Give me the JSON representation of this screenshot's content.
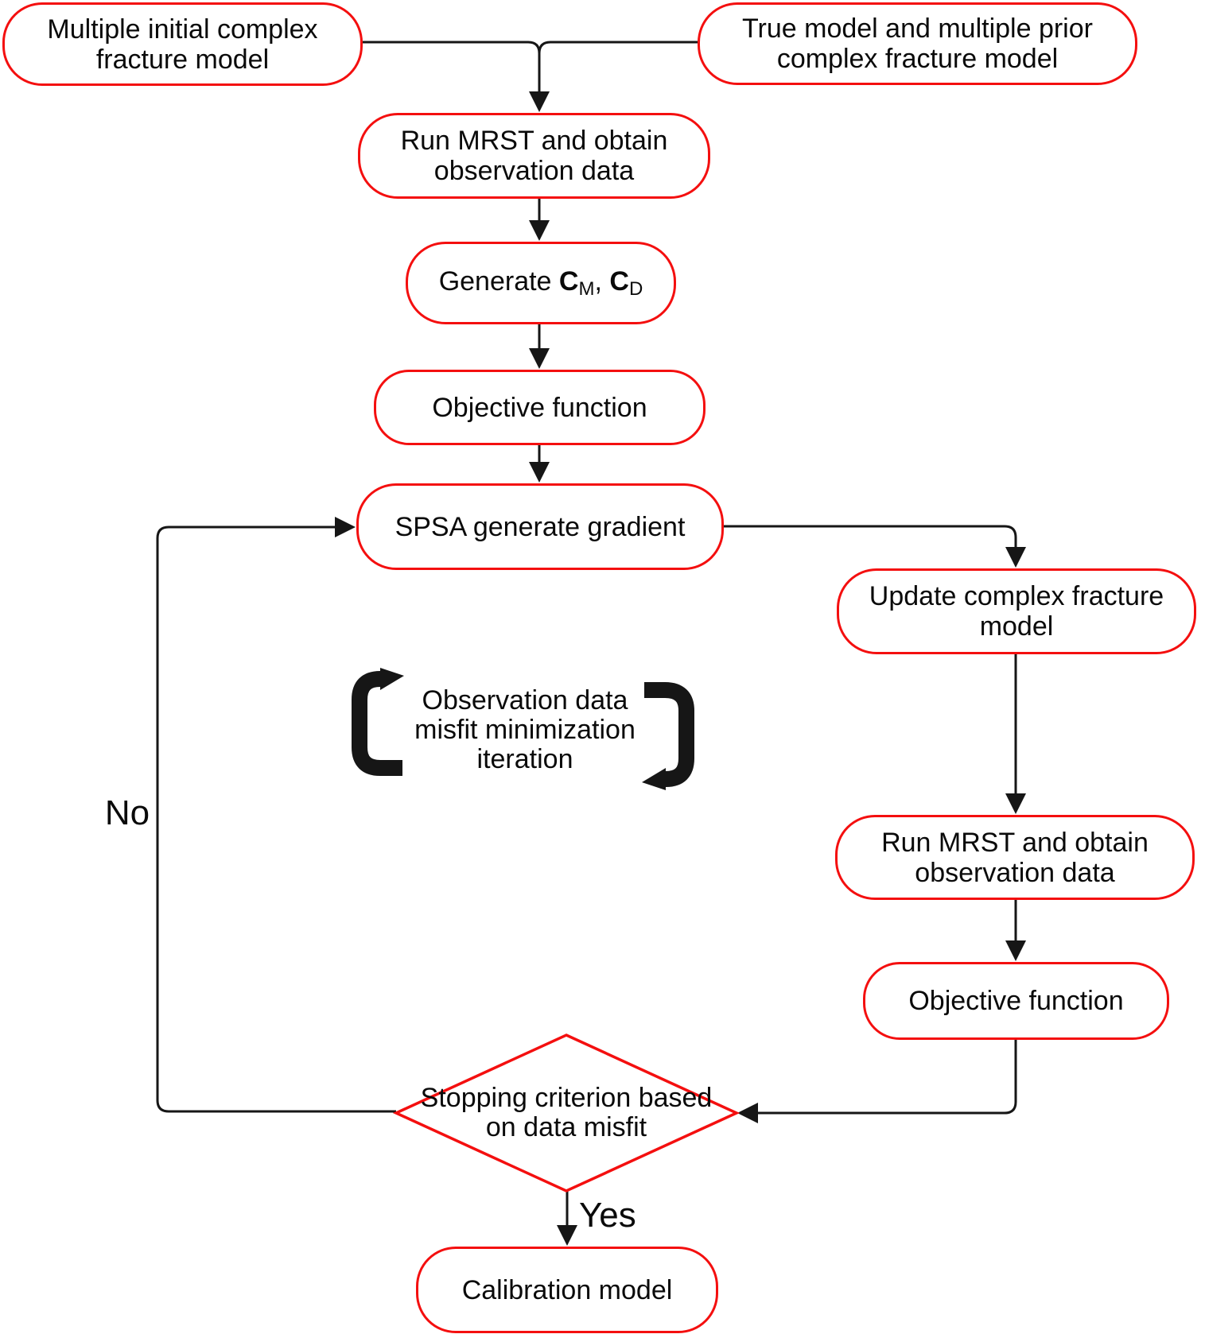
{
  "figure": {
    "accent_red": "#f40f0f",
    "line_black": "#161616",
    "background": "#ffffff"
  },
  "nodes": {
    "initial_model": {
      "label": "Multiple initial complex fracture model"
    },
    "true_model": {
      "label": "True model and multiple prior complex fracture model"
    },
    "run_mrst_top": {
      "label": "Run MRST and obtain observation data"
    },
    "generate_cov": {
      "prefix": "Generate ",
      "c1": "C",
      "sub1": "M",
      "separator": ", ",
      "c2": "C",
      "sub2": "D"
    },
    "objective_top": {
      "label": "Objective function"
    },
    "spsa": {
      "label": "SPSA generate gradient"
    },
    "update_model": {
      "label": "Update complex fracture model"
    },
    "run_mrst_right": {
      "label": "Run MRST and obtain observation data"
    },
    "objective_right": {
      "label": "Objective function"
    },
    "stopping": {
      "label": "Stopping criterion based on data misfit"
    },
    "calibration": {
      "label": "Calibration model"
    }
  },
  "annotations": {
    "loop_caption": "Observation data misfit minimization iteration",
    "no_label": "No",
    "yes_label": "Yes"
  }
}
